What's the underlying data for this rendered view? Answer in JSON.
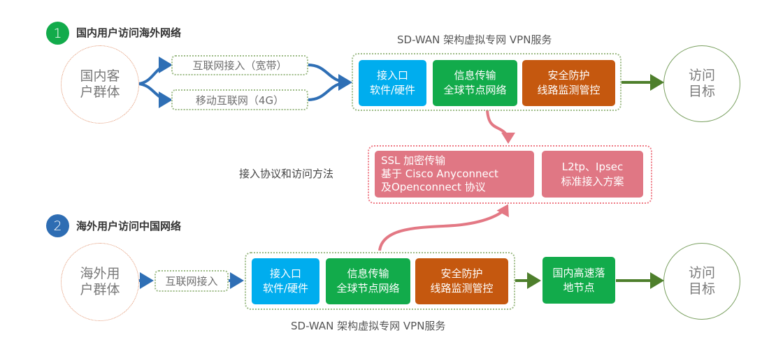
{
  "colors": {
    "badge_1": "#12ab4b",
    "badge_2": "#2e6db3",
    "access_blue": "#00adee",
    "transport_green": "#12ab4b",
    "security_orange": "#c5580f",
    "protocol_pink": "#e07784",
    "arrow_blue": "#2f6fb5",
    "arrow_green": "#4e7f2c",
    "arrow_pink": "#e37884"
  },
  "section1": {
    "badge": "1",
    "title": "国内用户访问海外网络",
    "source": {
      "line1": "国内客",
      "line2": "户群体"
    },
    "access_options": [
      "互联网接入（宽带）",
      "移动互联网（4G）"
    ],
    "sdwan_label": "SD-WAN 架构虚拟专网 VPN服务",
    "tiles": [
      {
        "line1": "接入口",
        "line2": "软件/硬件"
      },
      {
        "line1": "信息传输",
        "line2": "全球节点网络"
      },
      {
        "line1": "安全防护",
        "line2": "线路监测管控"
      }
    ],
    "target": {
      "line1": "访问",
      "line2": "目标"
    }
  },
  "protocols": {
    "label": "接入协议和访问方法",
    "ssl": {
      "line1": "SSL 加密传输",
      "line2": "基于 Cisco Anyconnect",
      "line3": "及Openconnect 协议"
    },
    "standard": {
      "line1": "L2tp、Ipsec",
      "line2": "标准接入方案"
    }
  },
  "section2": {
    "badge": "2",
    "title": "海外用户访问中国网络",
    "source": {
      "line1": "海外用",
      "line2": "户群体"
    },
    "access_option": "互联网接入",
    "sdwan_label": "SD-WAN 架构虚拟专网 VPN服务",
    "tiles": [
      {
        "line1": "接入口",
        "line2": "软件/硬件"
      },
      {
        "line1": "信息传输",
        "line2": "全球节点网络"
      },
      {
        "line1": "安全防护",
        "line2": "线路监测管控"
      }
    ],
    "landing": {
      "line1": "国内高速落",
      "line2": "地节点"
    },
    "target": {
      "line1": "访问",
      "line2": "目标"
    }
  }
}
